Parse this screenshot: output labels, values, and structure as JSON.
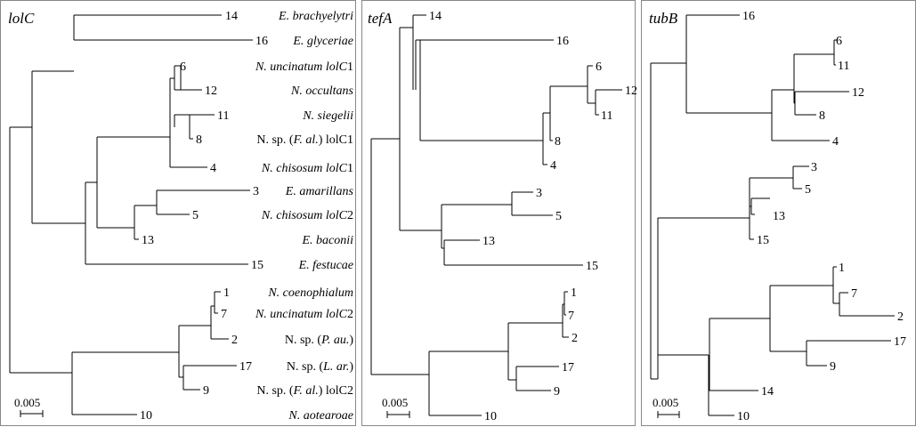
{
  "panels": [
    {
      "gene": "lolC",
      "scale_label": "0.005",
      "species": [
        {
          "pre": "",
          "ital": "E. brachyelytri",
          "post": ""
        },
        {
          "pre": "",
          "ital": "E. glyceriae",
          "post": ""
        },
        {
          "pre": "",
          "ital": "N. uncinatum lolC",
          "post": "1"
        },
        {
          "pre": "",
          "ital": "N. occultans",
          "post": ""
        },
        {
          "pre": "",
          "ital": "N. siegelii",
          "post": ""
        },
        {
          "pre": "N. sp. (",
          "ital": "F. al.",
          "post": ") lolC1"
        },
        {
          "pre": "",
          "ital": "N. chisosum lolC",
          "post": "1"
        },
        {
          "pre": "",
          "ital": "E. amarillans",
          "post": ""
        },
        {
          "pre": "",
          "ital": "N. chisosum lolC",
          "post": "2"
        },
        {
          "pre": "",
          "ital": "E. baconii",
          "post": ""
        },
        {
          "pre": "",
          "ital": "E. festucae",
          "post": ""
        },
        {
          "pre": "",
          "ital": "N. coenophialum",
          "post": ""
        },
        {
          "pre": "",
          "ital": "N. uncinatum lolC",
          "post": "2"
        },
        {
          "pre": "N. sp. (",
          "ital": "P. au.",
          "post": ")"
        },
        {
          "pre": "N. sp. (",
          "ital": "L. ar.",
          "post": ")"
        },
        {
          "pre": "N. sp. (",
          "ital": "F. al.",
          "post": ") lolC2"
        },
        {
          "pre": "",
          "ital": "N. aotearoae",
          "post": ""
        }
      ],
      "tip_labels": [
        "14",
        "16",
        "6",
        "12",
        "11",
        "8",
        "4",
        "3",
        "5",
        "13",
        "15",
        "1",
        "7",
        "2",
        "17",
        "9",
        "10"
      ]
    },
    {
      "gene": "tefA",
      "scale_label": "0.005",
      "tip_labels": [
        "14",
        "16",
        "6",
        "12",
        "11",
        "8",
        "4",
        "3",
        "5",
        "13",
        "15",
        "1",
        "7",
        "2",
        "17",
        "9",
        "10"
      ]
    },
    {
      "gene": "tubB",
      "scale_label": "0.005",
      "tip_labels": [
        "16",
        "6",
        "11",
        "12",
        "8",
        "4",
        "3",
        "5",
        "13",
        "15",
        "1",
        "7",
        "2",
        "17",
        "9",
        "14",
        "10"
      ]
    }
  ]
}
